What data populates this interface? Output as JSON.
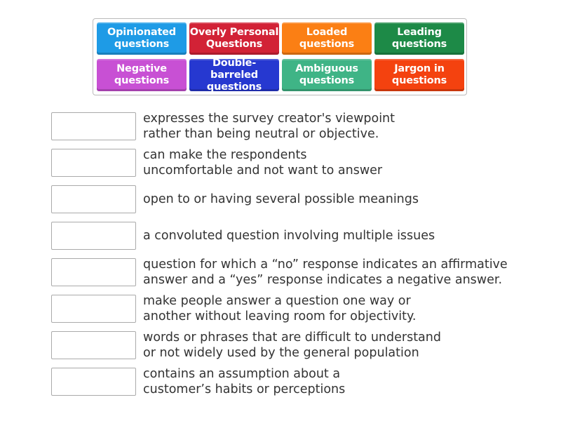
{
  "tiles": [
    {
      "label": "Opinionated\nquestions",
      "color": "#1e9be6"
    },
    {
      "label": "Overly Personal\nQuestions",
      "color": "#d22236"
    },
    {
      "label": "Loaded\nquestions",
      "color": "#fb7f14"
    },
    {
      "label": "Leading\nquestions",
      "color": "#1d8a47"
    },
    {
      "label": "Negative\nquestions",
      "color": "#c850d4"
    },
    {
      "label": "Double-barreled\nquestions",
      "color": "#2638d0"
    },
    {
      "label": "Ambiguous\nquestions",
      "color": "#3fb486"
    },
    {
      "label": "Jargon in\nquestions",
      "color": "#f4420f"
    }
  ],
  "definitions": [
    "expresses the survey creator's viewpoint\nrather than being neutral or objective.",
    "can make the respondents\nuncomfortable and not want to answer",
    "open to or having several possible meanings",
    "a convoluted question involving multiple issues",
    "question for which a “no” response indicates an affirmative\nanswer and a “yes” response indicates a negative answer.",
    "make people answer a question one way or\nanother without leaving room for objectivity.",
    "words or phrases that are difficult to understand\nor not widely used by the general population",
    "contains an assumption about a\ncustomer’s habits or perceptions"
  ]
}
